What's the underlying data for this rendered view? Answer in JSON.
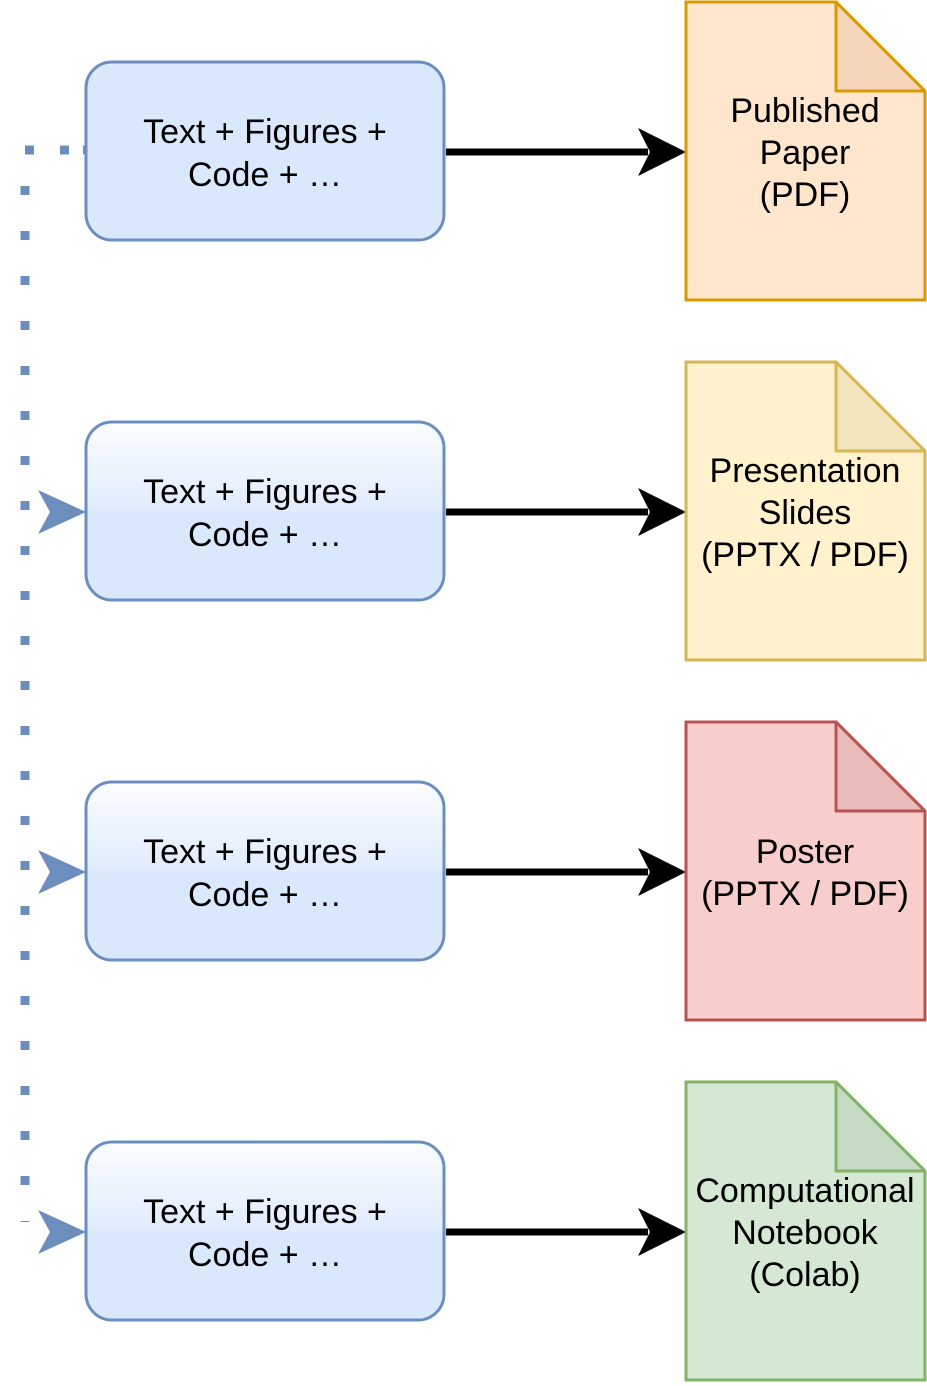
{
  "colors": {
    "box_fill": "#dae8fc",
    "box_stroke": "#6c8ebf",
    "arrow": "#000000",
    "connector": "#6c8ebf"
  },
  "content_boxes": [
    {
      "lines": [
        "Text + Figures +",
        "Code + …"
      ]
    },
    {
      "lines": [
        "Text + Figures +",
        "Code + …"
      ]
    },
    {
      "lines": [
        "Text + Figures +",
        "Code + …"
      ]
    },
    {
      "lines": [
        "Text + Figures +",
        "Code + …"
      ]
    }
  ],
  "outputs": [
    {
      "lines": [
        "Published",
        "Paper",
        "(PDF)"
      ],
      "fill": "#ffe6cc",
      "stroke": "#d79b00",
      "fold": "#f5d6bb"
    },
    {
      "lines": [
        "Presentation",
        "Slides",
        "(PPTX / PDF)"
      ],
      "fill": "#fff2cc",
      "stroke": "#d6b656",
      "fold": "#f2e5bc"
    },
    {
      "lines": [
        "Poster",
        "(PPTX / PDF)"
      ],
      "fill": "#f8cecc",
      "stroke": "#b85450",
      "fold": "#e9bcbb"
    },
    {
      "lines": [
        "Computational",
        "Notebook",
        "(Colab)"
      ],
      "fill": "#d5e8d4",
      "stroke": "#82b366",
      "fold": "#c6dbc5"
    }
  ]
}
